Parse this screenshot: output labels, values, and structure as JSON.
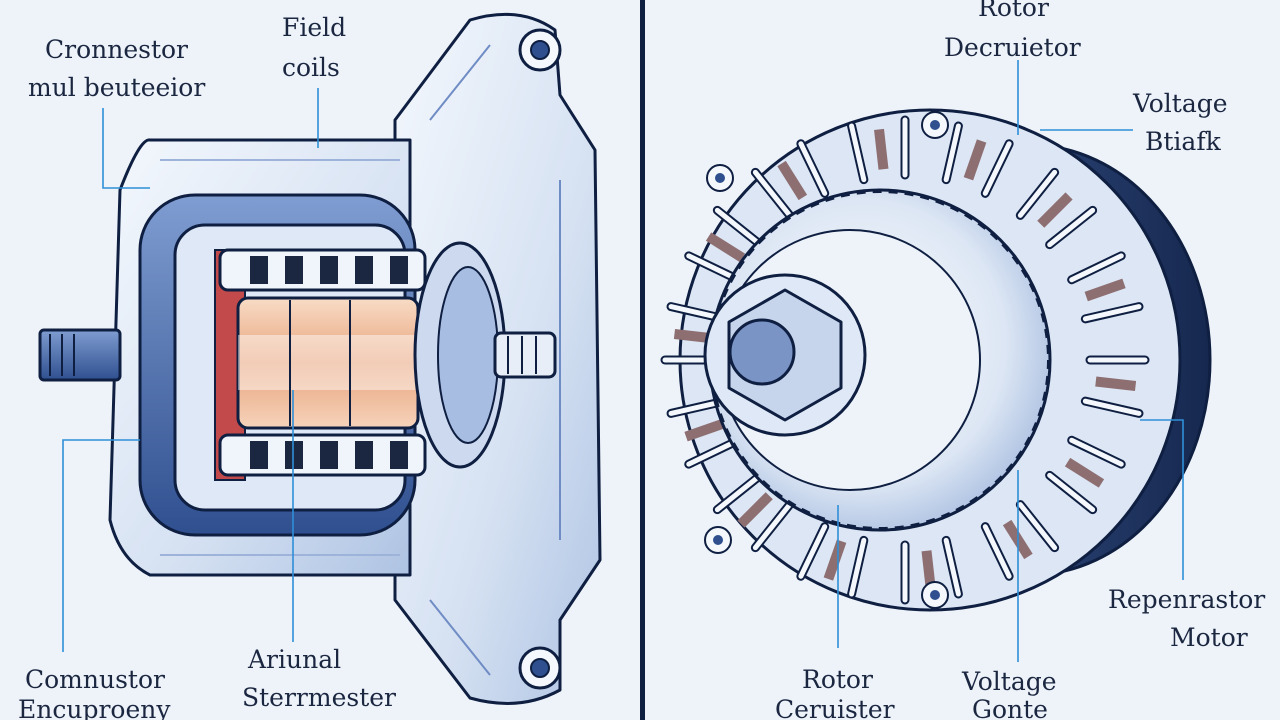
{
  "labels": {
    "left_top_1": "Cronnestor",
    "left_top_2": "mul beuteeior",
    "field_1": "Field",
    "field_2": "coils",
    "left_bottom_1": "Comnustor",
    "left_bottom_2": "Encuproeny",
    "center_bottom_1": "Ariunal",
    "center_bottom_2": "Sterrmester",
    "rotor_top_1": "Rotor",
    "rotor_top_2": "Decruietor",
    "voltage_top_1": "Voltage",
    "voltage_top_2": "Btiafk",
    "rotor_bottom_1": "Rotor",
    "rotor_bottom_2": "Ceruister",
    "voltage_bottom_1": "Voltage",
    "voltage_bottom_2": "Gonte",
    "right_bottom_1": "Repenrastor",
    "right_bottom_2": "Motor"
  },
  "colors": {
    "background": "#eef3fa",
    "outline": "#0f1f42",
    "leader": "#2e8fd8",
    "housing_light": "#dbe6f5",
    "housing_mid": "#8fa9d6",
    "housing_dark": "#2f4f8f",
    "copper": "#e8a37c",
    "coil": "#8d6f72"
  }
}
